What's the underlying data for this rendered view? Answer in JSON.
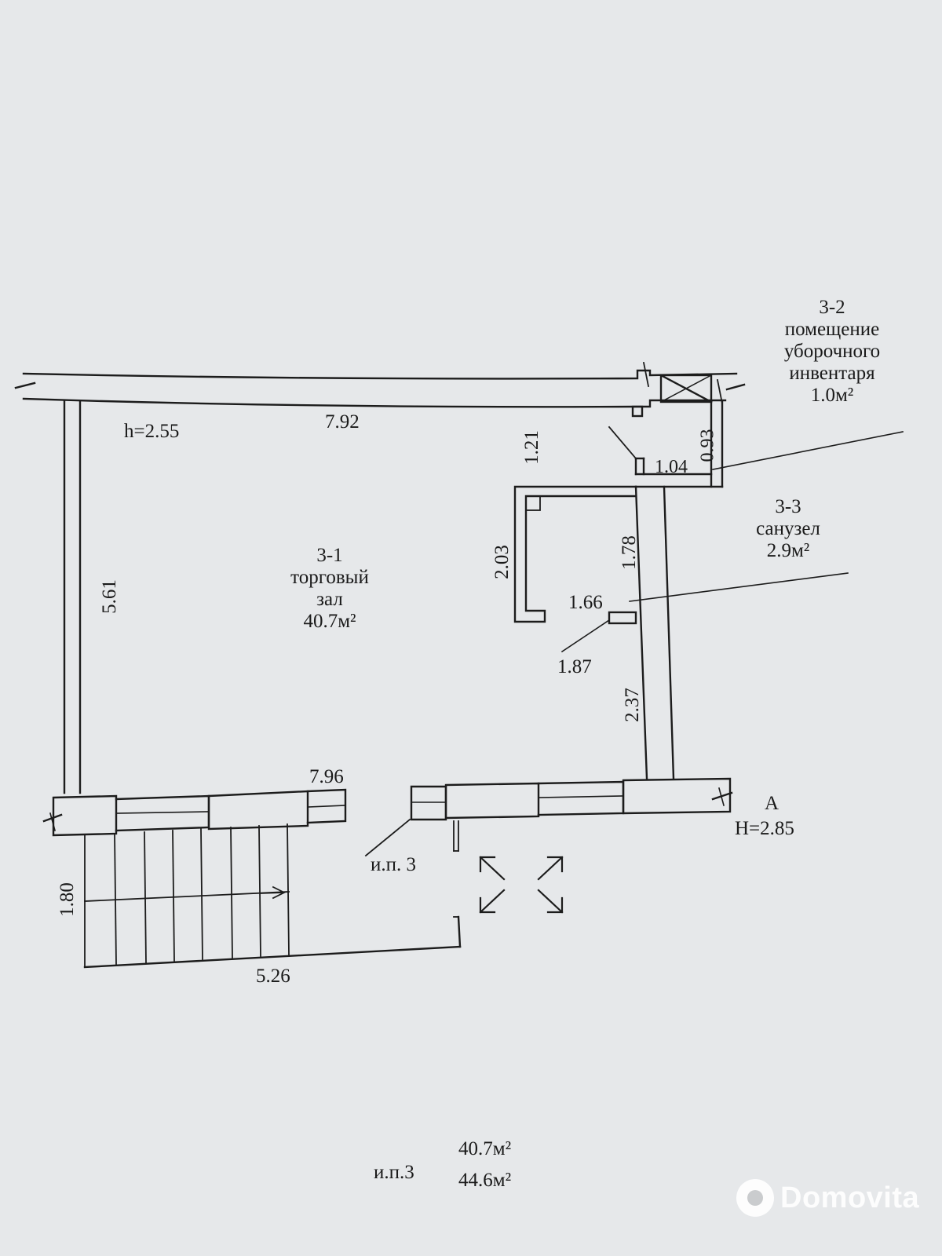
{
  "rooms": [
    {
      "id": "3-1",
      "name_lines": [
        "торговый",
        "зал"
      ],
      "area": "40.7м²"
    },
    {
      "id": "3-2",
      "name_lines": [
        "помещение",
        "уборочного",
        "инвентаря"
      ],
      "area": "1.0м²"
    },
    {
      "id": "3-3",
      "name_lines": [
        "санузел"
      ],
      "area": "2.9м²"
    }
  ],
  "heights": {
    "room": "h=2.55",
    "building": "H=2.85"
  },
  "axis_label": "A",
  "dimensions": {
    "top_wall": "7.92",
    "bottom_wall": "7.96",
    "left_wall": "5.61",
    "closet_depth": "1.21",
    "closet_width": "1.04",
    "closet_side": "0.93",
    "partition_height": "2.03",
    "bath_upper": "1.78",
    "bath_width": "1.66",
    "door_width": "1.87",
    "bath_lower": "2.37",
    "porch_depth": "1.80",
    "porch_width": "5.26"
  },
  "entrance_label": "и.п. 3",
  "summary": {
    "label": "и.п.3",
    "area_main": "40.7м²",
    "area_total": "44.6м²"
  },
  "watermark": "Domovita"
}
